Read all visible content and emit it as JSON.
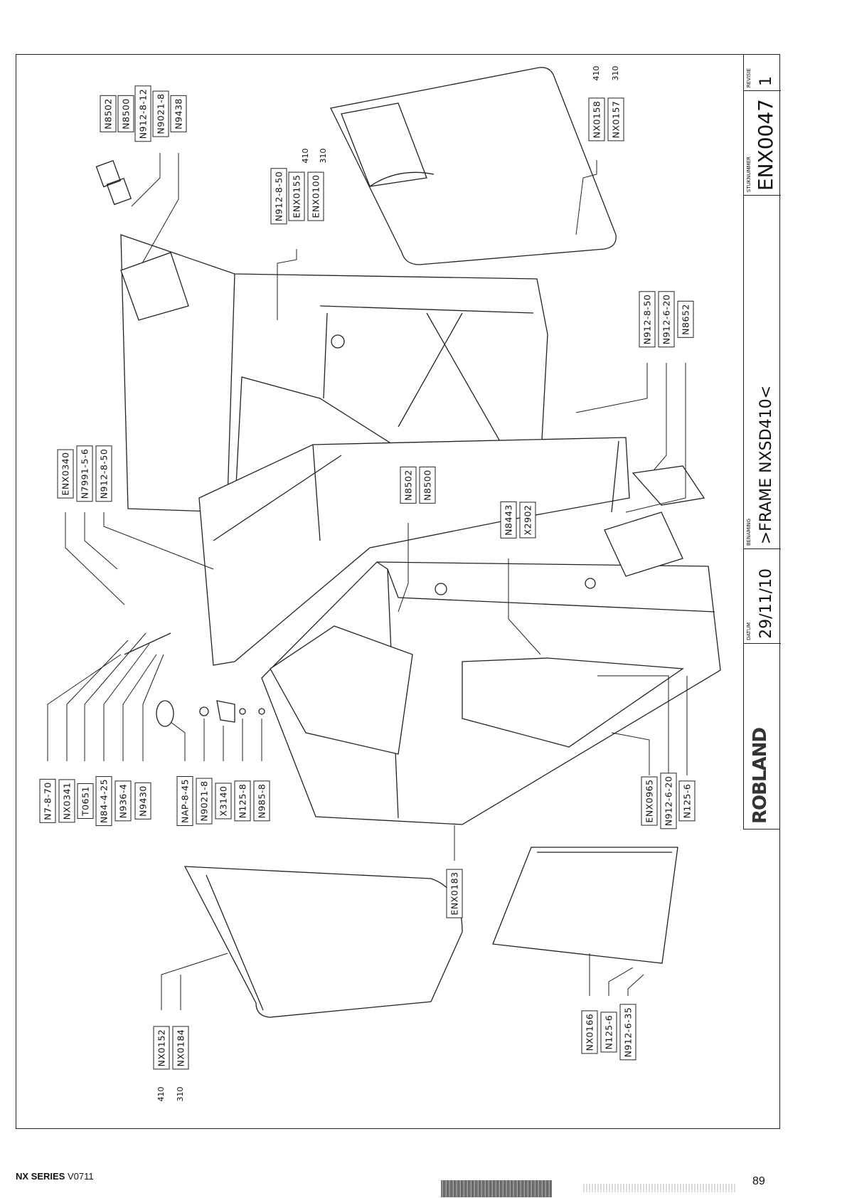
{
  "title_block": {
    "revision_caption": "REVISIE",
    "revision": "1",
    "part_number_caption": "STUKNUMMER",
    "part_number": "ENX0047",
    "name_caption": "BENAMING",
    "name": ">FRAME NXSD410<",
    "date_caption": "DATUM",
    "date": "29/11/10",
    "logo_text": "ROBLAND"
  },
  "labels": {
    "top_left_group": [
      "N8502",
      "N8500",
      "N912-8-12",
      "N9021-8",
      "N9438"
    ],
    "switch_group": [
      "ENX0340",
      "N7991-5-6",
      "N912-8-50"
    ],
    "frame_group": [
      "N912-8-50",
      "ENX0155",
      "ENX0100"
    ],
    "frame_notes": [
      "410",
      "310"
    ],
    "top_cover_group": [
      "NX0158",
      "NX0157"
    ],
    "top_cover_notes": [
      "410",
      "310"
    ],
    "motor_group": [
      "N912-8-50",
      "N912-6-20",
      "N8652"
    ],
    "button_group": [
      "N8502",
      "N8500"
    ],
    "switch2_group": [
      "N8443",
      "X2902"
    ],
    "lever_group": [
      "N7-8-70",
      "NX0341",
      "T0651",
      "N84-4-25",
      "N936-4",
      "N9430"
    ],
    "knob_group": [
      "NAP-8-45",
      "N9021-8",
      "X3140",
      "N125-8",
      "N985-8"
    ],
    "plate_group": [
      "ENX0965",
      "N912-6-20",
      "N125-6"
    ],
    "cabinet": [
      "ENX0183"
    ],
    "side_cover_group": [
      "NX0152",
      "NX0184"
    ],
    "side_cover_notes": [
      "410",
      "310"
    ],
    "door_group": [
      "NX0166",
      "N125-6",
      "N912-6-35"
    ]
  },
  "footer": {
    "series_bold": "NX SERIES",
    "version": "V0711",
    "page_number": "89"
  }
}
